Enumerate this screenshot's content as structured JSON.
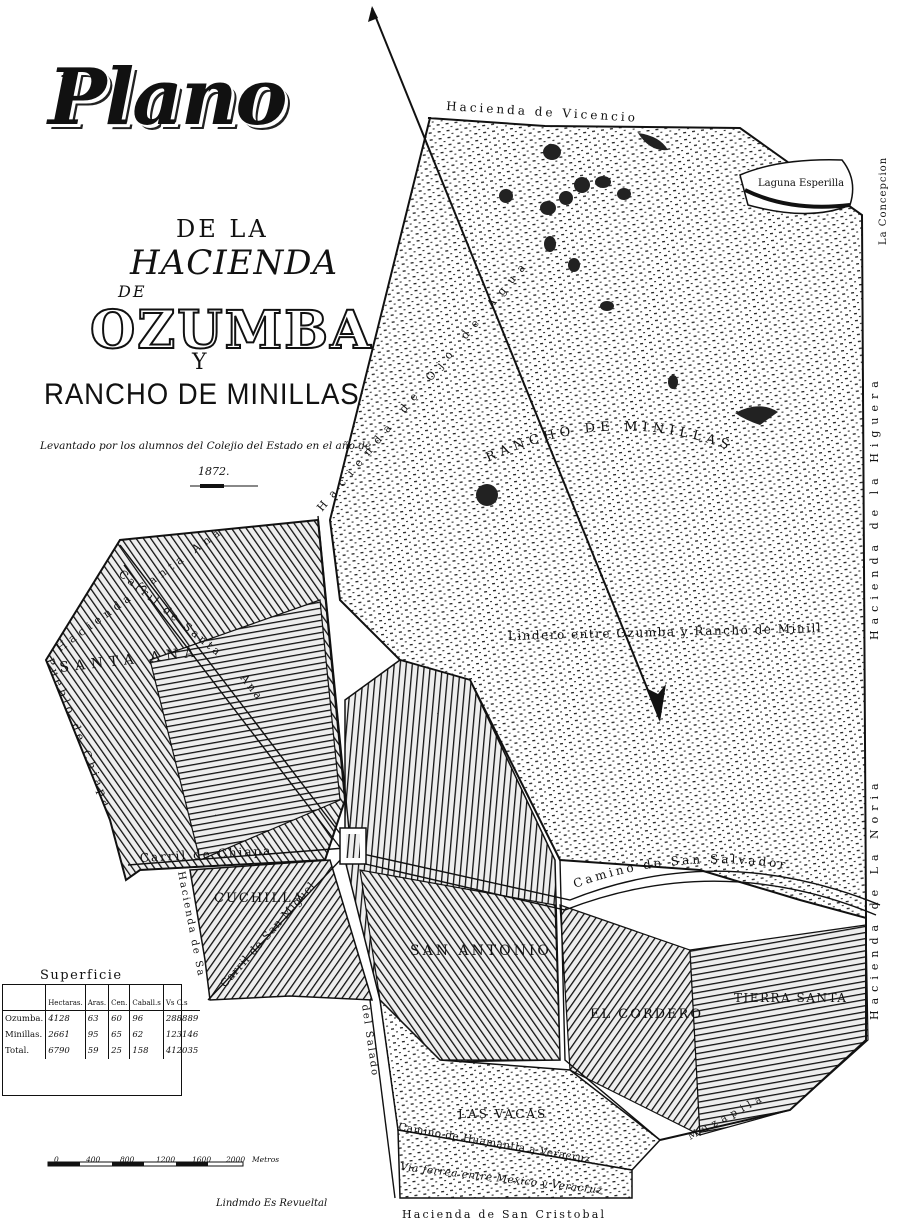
{
  "title": {
    "plano": "Plano",
    "de_la": "DE LA",
    "hacienda": "HACIENDA",
    "de": "DE",
    "ozumba": "OZUMBA",
    "y": "Y",
    "rancho": "RANCHO DE MINILLAS",
    "surveyed_by": "Levantado por los alumnos del Colejio del Estado en el año de",
    "year": "1872."
  },
  "labels": {
    "hacienda_vicencio": "Hacienda de Vicencio",
    "laguna_esperilla": "Laguna Esperilla",
    "la_concepcion": "La Concepcion",
    "hacienda_la_higuera": "Hacienda de la Higuera",
    "hacienda_la_noria": "Hacienda de La Noria",
    "ojo_de_agua": "Hacienda de Ojo de Agua",
    "rancho_de_minillas": "RANCHO DE MINILLAS",
    "hacienda_santa_ana": "Hacienda Santa Ana",
    "carril_santa_ana_1": "Carril de Santa",
    "carril_santa_ana_2": "Ana",
    "santa_ana": "SANTA ANA",
    "pueblo_chiapa": "Pueblo de Chiapa",
    "lindero": "Lindero entre Ozumba y Rancho de Minillas",
    "carril_chiapa": "Carril de Chiapa",
    "cuchilla": "CUCHILLA",
    "carril_san_miguel": "Carril de San Miguel",
    "hacienda_san_miguel": "Hacienda de San Miguel",
    "camino_san_salvador": "Camino de San Salvador",
    "san_antonio": "SAN ANTONIO",
    "el_cordero": "EL CORDERO",
    "tierra_santa": "TIERRA SANTA",
    "del_salado": "del Salado",
    "las_vacas": "LAS VACAS",
    "muzapila": "Muzapila",
    "camino_huamantla": "Camino de Huamantla a Veracruz",
    "via_ferrea": "Via ferrea entre Mexico y Veracruz",
    "hacienda_san_cristobal": "Hacienda de San Cristobal"
  },
  "superficie": {
    "title": "Superficie",
    "columns": [
      "",
      "Hectaras.",
      "Aras.",
      "Cen.",
      "Caball.s",
      "Vs C.s"
    ],
    "rows": [
      {
        "name": "Ozumba.",
        "values": [
          "4128",
          "63",
          "60",
          "96",
          "288889"
        ]
      },
      {
        "name": "Minillas.",
        "values": [
          "2661",
          "95",
          "65",
          "62",
          "123146"
        ]
      },
      {
        "name": "Total.",
        "values": [
          "6790",
          "59",
          "25",
          "158",
          "412035"
        ]
      }
    ]
  },
  "scale": {
    "ticks": [
      "0",
      "400",
      "800",
      "1200",
      "1600",
      "2000"
    ],
    "unit": "Metros"
  },
  "signature": "Lindmdo Es Revueltal"
}
